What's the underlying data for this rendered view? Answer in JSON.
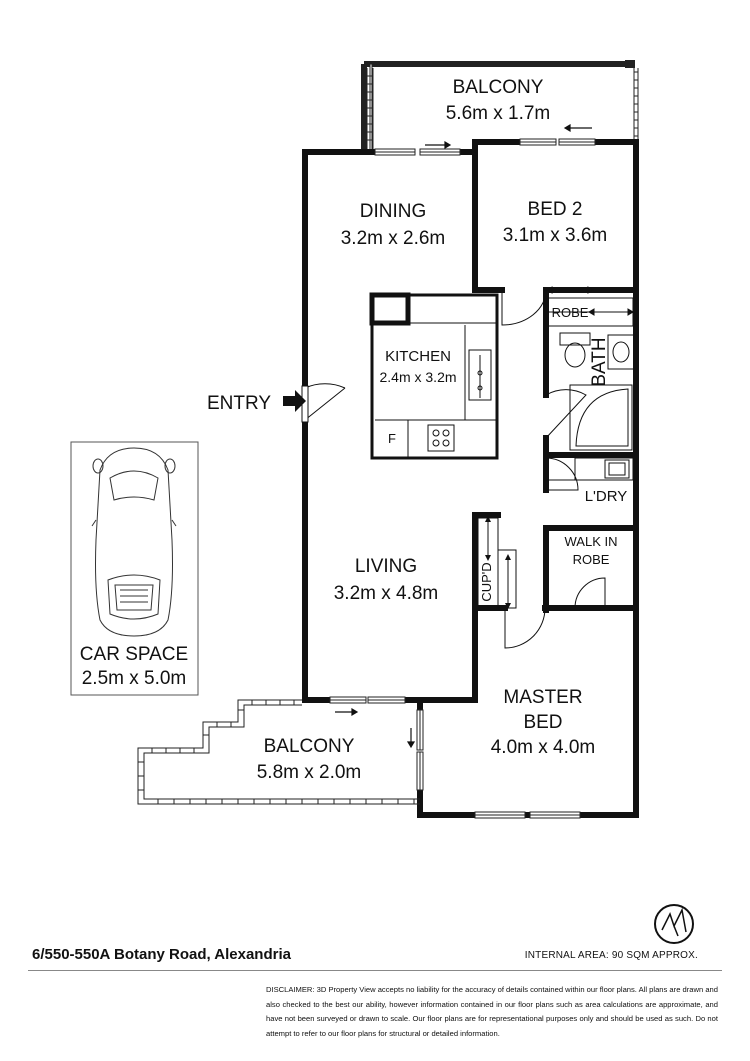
{
  "rooms": {
    "balcony_top": {
      "name": "BALCONY",
      "dims": "5.6m x 1.7m"
    },
    "dining": {
      "name": "DINING",
      "dims": "3.2m x 2.6m"
    },
    "bed2": {
      "name": "BED 2",
      "dims": "3.1m x 3.6m"
    },
    "robe": {
      "name": "ROBE"
    },
    "kitchen": {
      "name": "KITCHEN",
      "dims": "2.4m x 3.2m"
    },
    "fridge": {
      "name": "F"
    },
    "bath": {
      "name": "BATH"
    },
    "laundry": {
      "name": "L'DRY"
    },
    "walk_in_robe": {
      "name": "WALK IN",
      "name2": "ROBE"
    },
    "cupboard": {
      "name": "CUP'D"
    },
    "living": {
      "name": "LIVING",
      "dims": "3.2m x 4.8m"
    },
    "master_bed": {
      "name": "MASTER",
      "name2": "BED",
      "dims": "4.0m x 4.0m"
    },
    "balcony_bottom": {
      "name": "BALCONY",
      "dims": "5.8m x 2.0m"
    },
    "car_space": {
      "name": "CAR SPACE",
      "dims": "2.5m x 5.0m"
    }
  },
  "entry": {
    "label": "ENTRY"
  },
  "footer": {
    "address": "6/550-550A Botany Road, Alexandria",
    "internal_area": "INTERNAL AREA: 90 SQM APPROX.",
    "disclaimer": "DISCLAIMER: 3D Property View accepts no liability for the accuracy of details contained within our floor plans. All plans are drawn and also checked to the best our ability, however information contained in our floor plans such as area calculations are approximate, and have not been surveyed or drawn to scale. Our floor plans are for representational purposes only and should be used as such. Do not attempt to refer to our floor plans for structural or detailed information."
  }
}
